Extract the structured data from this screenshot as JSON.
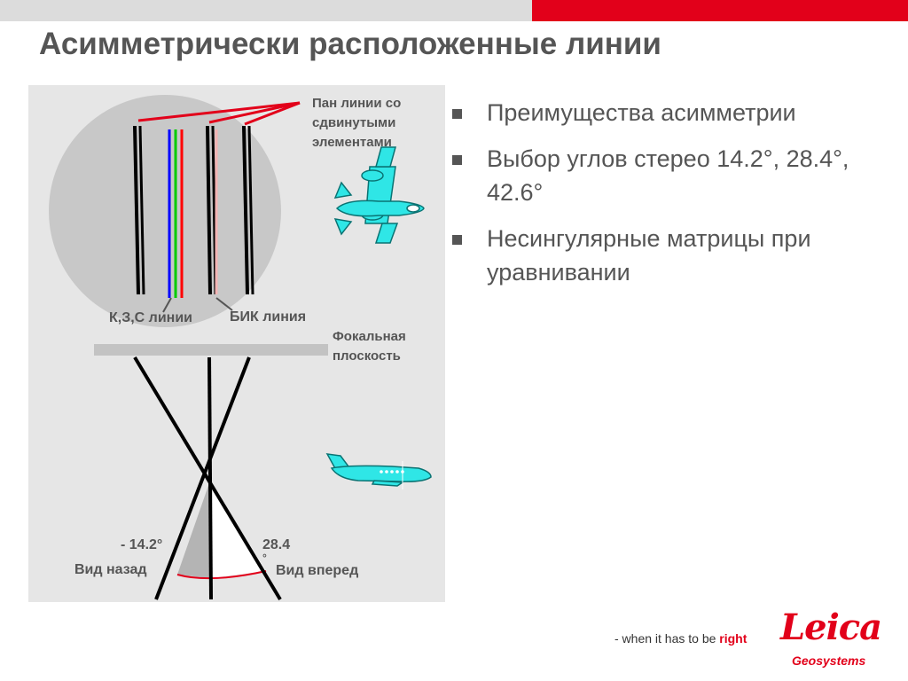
{
  "title": "Асимметрически расположенные линии",
  "bullets": [
    "Преимущества асимметрии",
    "Выбор углов стерео 14.2°, 28.4°, 42.6°",
    "Несингулярные матрицы при уравнивании"
  ],
  "diagram": {
    "label_pan": [
      "Пан линии со",
      "сдвинутыми",
      "элементами"
    ],
    "label_kzs": "К,З,С линии",
    "label_bik": "БИК линия",
    "label_focal": [
      "Фокальная",
      "плоскость"
    ],
    "label_back_angle": "- 14.2°",
    "label_back_view": "Вид назад",
    "label_forward_angle": [
      "28.4",
      "°"
    ],
    "label_forward_view": "Вид вперед"
  },
  "footer": {
    "tagline_prefix": "- when it has to be ",
    "tagline_accent": "right",
    "logo_text": "Leica",
    "logo_sub": "Geosystems"
  },
  "colors": {
    "brand_red": "#e2001a",
    "plane": "#2fe6e6",
    "line_blue": "#0000ff",
    "line_green": "#00cc00",
    "line_red": "#ff0000",
    "line_nir": "#f4b4b4"
  }
}
